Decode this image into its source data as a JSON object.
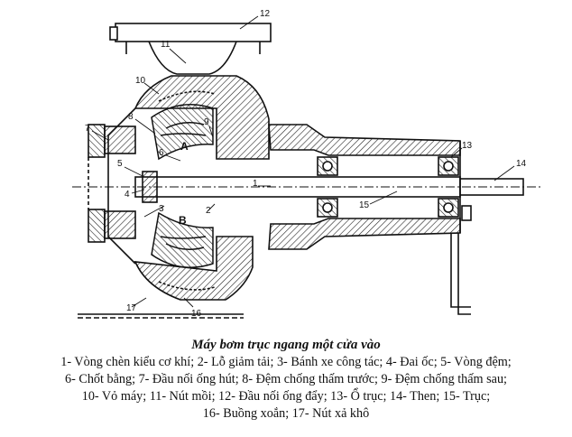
{
  "diagram": {
    "part_numbers": [
      "1",
      "2",
      "3",
      "4",
      "5",
      "6",
      "7",
      "8",
      "9",
      "10",
      "11",
      "12",
      "13",
      "14",
      "15",
      "16",
      "17"
    ],
    "zone_letters": [
      "A",
      "B"
    ]
  },
  "caption": {
    "title": "Máy bơm trục ngang một cửa vào",
    "lines": [
      "1- Vòng chèn kiểu cơ khí;  2- Lỗ giảm tải;  3- Bánh xe công tác;  4- Đai ốc;  5- Vòng đệm;",
      "6- Chốt bằng; 7- Đầu nối ống hút;  8- Đệm chống thấm trước;  9- Đệm chống thấm sau;",
      "10- Vỏ máy;  11- Nút mồi; 12- Đầu nối ống đẩy;  13- Ổ trục;  14- Then;  15- Trục;",
      "16- Buồng xoắn; 17- Nút xả khô"
    ]
  }
}
